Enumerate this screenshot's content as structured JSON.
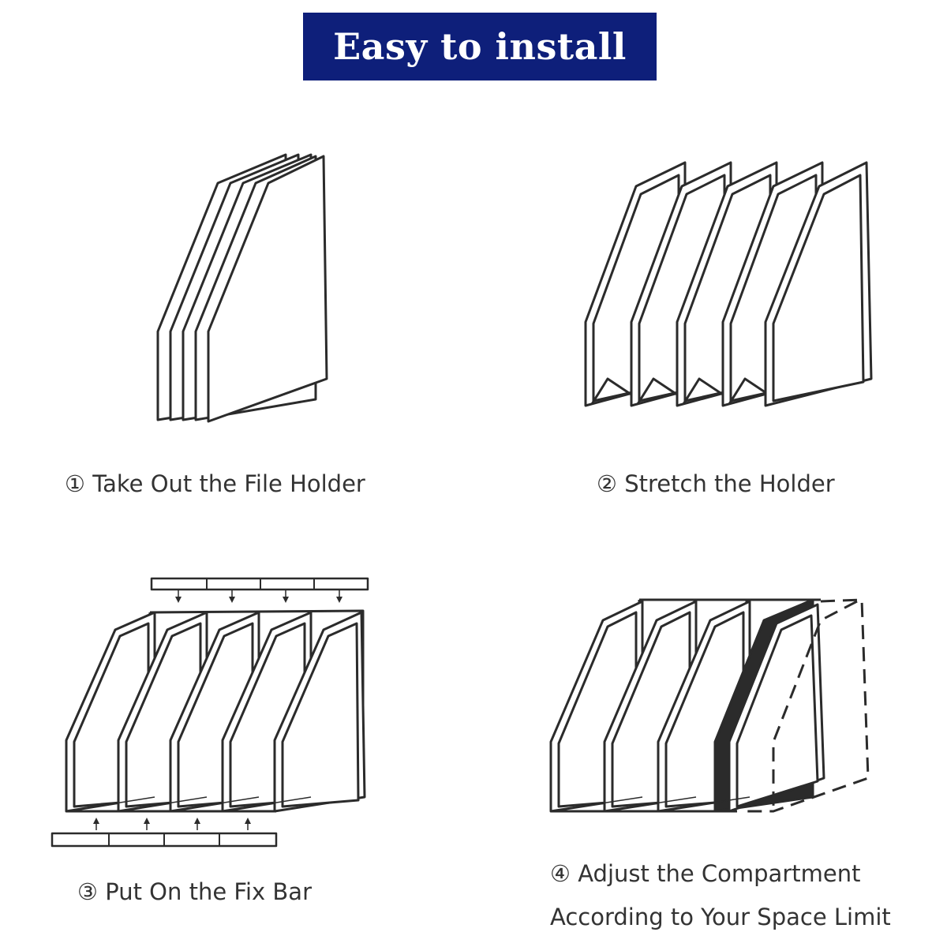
{
  "title": "Easy to install",
  "colors": {
    "banner": "#0e1f7a",
    "banner_text": "#ffffff",
    "line": "#2b2b2b",
    "caption": "#333333"
  },
  "steps": [
    {
      "label": "① Take Out the File Holder"
    },
    {
      "label": "② Stretch the Holder"
    },
    {
      "label": "③ Put On the Fix Bar"
    },
    {
      "label": "④ Adjust the Compartment",
      "label2": "According to Your Space Limit"
    }
  ]
}
